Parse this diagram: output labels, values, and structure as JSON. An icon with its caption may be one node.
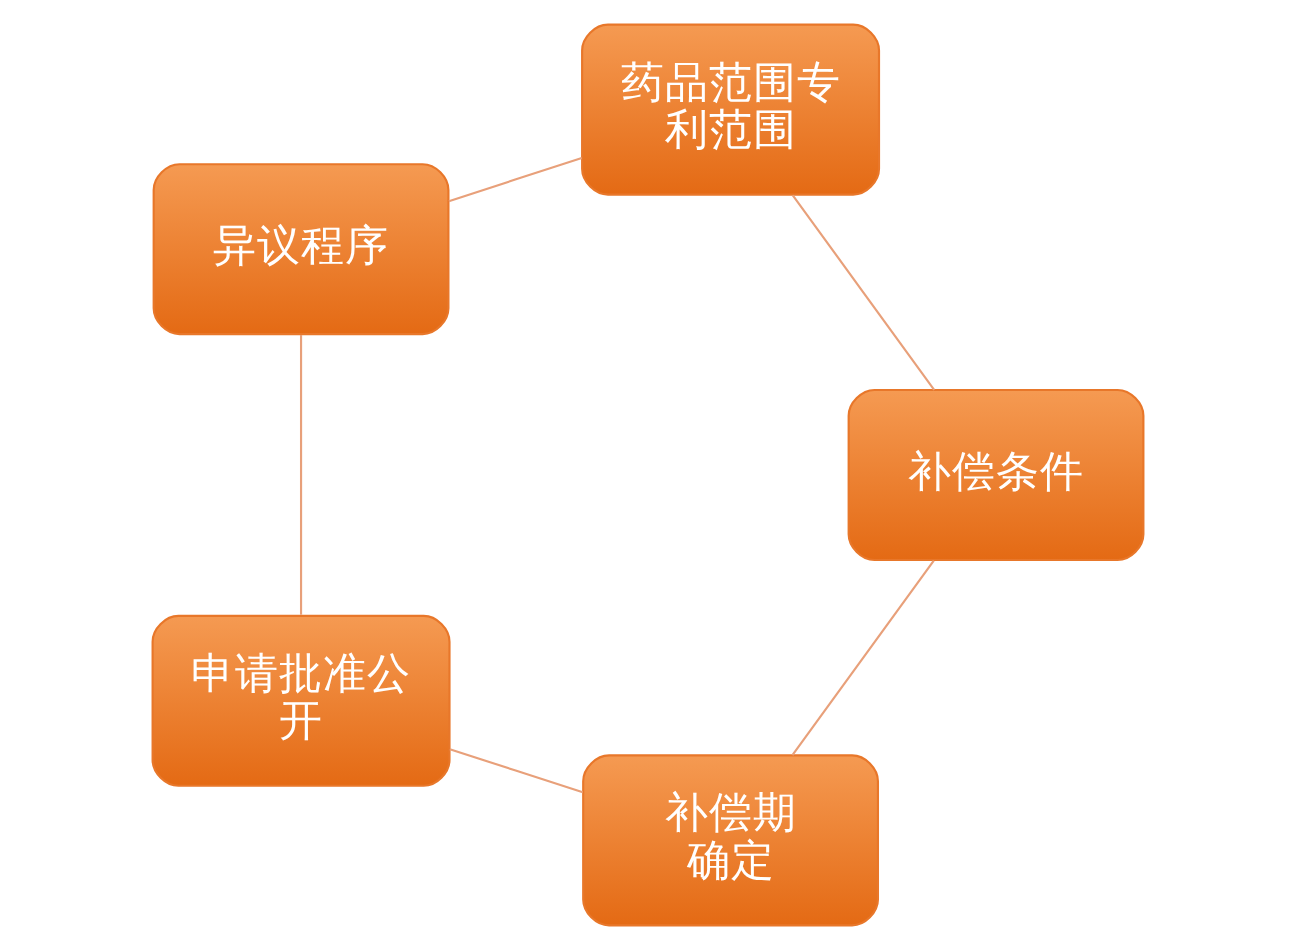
{
  "diagram": {
    "nodes": [
      {
        "text": [
          "药品范围专利范围"
        ]
      },
      {
        "text": [
          "补偿条件"
        ]
      },
      {
        "text": [
          "补偿期",
          "确定"
        ]
      },
      {
        "text": [
          "申请批准公开"
        ]
      },
      {
        "text": [
          "异议程序"
        ]
      }
    ],
    "edges": [
      {
        "from": 0,
        "to": 1,
        "arrow": "none"
      },
      {
        "from": 1,
        "to": 2,
        "arrow": "none"
      },
      {
        "from": 2,
        "to": 3,
        "arrow": "none"
      },
      {
        "from": 3,
        "to": 4,
        "arrow": "none"
      },
      {
        "from": 4,
        "to": 0,
        "arrow": "none"
      }
    ]
  }
}
